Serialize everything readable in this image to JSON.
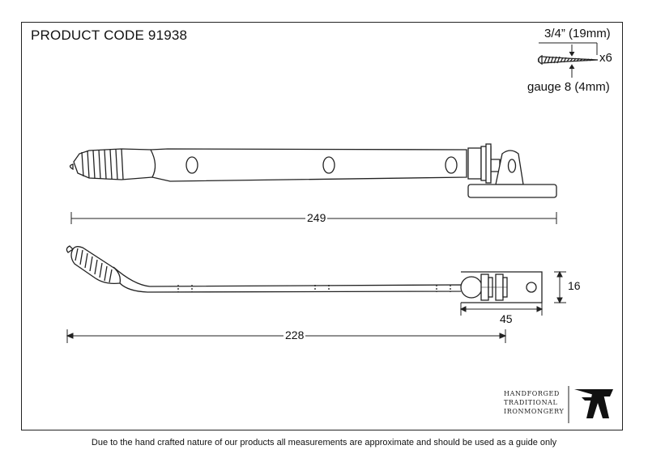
{
  "header": {
    "product_code": "PRODUCT CODE 91938"
  },
  "screw_spec": {
    "length": "3/4” (19mm)",
    "quantity": "x6",
    "gauge": "gauge 8 (4mm)"
  },
  "dimensions": {
    "top_length": "249",
    "bottom_length": "228",
    "bracket_width": "45",
    "bracket_height": "16"
  },
  "brand": {
    "line1": "HANDFORGED",
    "line2": "TRADITIONAL",
    "line3": "IRONMONGERY",
    "logo_icon": "anvil-icon"
  },
  "footer": {
    "disclaimer": "Due to the hand crafted nature of our products all measurements are approximate and should be used as a guide only"
  }
}
